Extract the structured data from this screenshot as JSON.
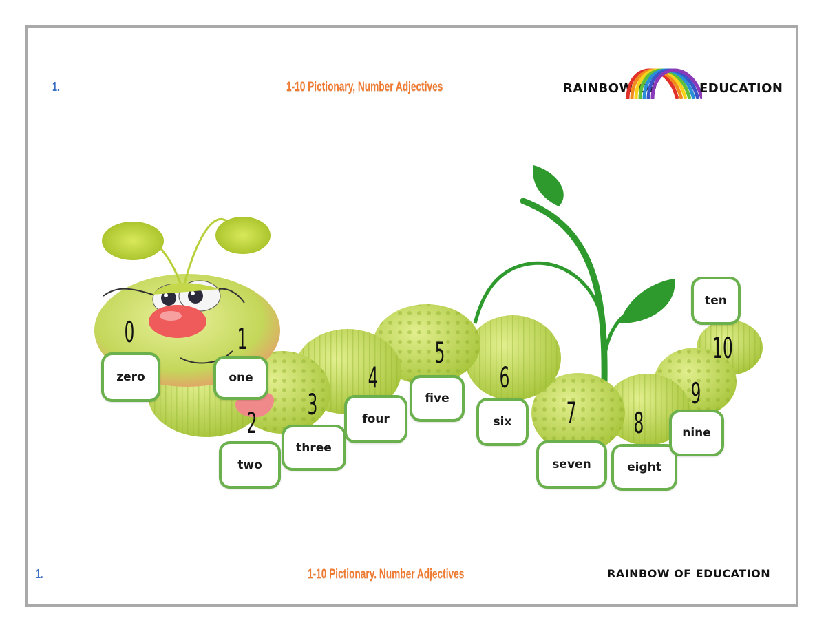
{
  "header": {
    "number": "1.",
    "title": "1-10 Pictionary, Number Adjectives",
    "brand_left": "RAINBOW OF",
    "brand_right": "EDUCATION"
  },
  "footer": {
    "number": "1.",
    "title": "1-10 Pictionary. Number Adjectives",
    "brand": "RAINBOW OF EDUCATION"
  },
  "rainbow_colors": [
    "#e0302a",
    "#f28a1e",
    "#f6d21c",
    "#5fbf3a",
    "#2a8fd6",
    "#3a55c8",
    "#8a3ab8"
  ],
  "caterpillar_colors": {
    "body": "#a9c83a",
    "body_light": "#d6e878",
    "box_border": "#6ab04c",
    "stem": "#2e9a2e",
    "nose": "#ef5a5a"
  },
  "numbers": [
    {
      "numeral": "0",
      "word": "zero"
    },
    {
      "numeral": "1",
      "word": "one"
    },
    {
      "numeral": "2",
      "word": "two"
    },
    {
      "numeral": "3",
      "word": "three"
    },
    {
      "numeral": "4",
      "word": "four"
    },
    {
      "numeral": "5",
      "word": "five"
    },
    {
      "numeral": "6",
      "word": "six"
    },
    {
      "numeral": "7",
      "word": "seven"
    },
    {
      "numeral": "8",
      "word": "eight"
    },
    {
      "numeral": "9",
      "word": "nine"
    },
    {
      "numeral": "10",
      "word": "ten"
    }
  ]
}
